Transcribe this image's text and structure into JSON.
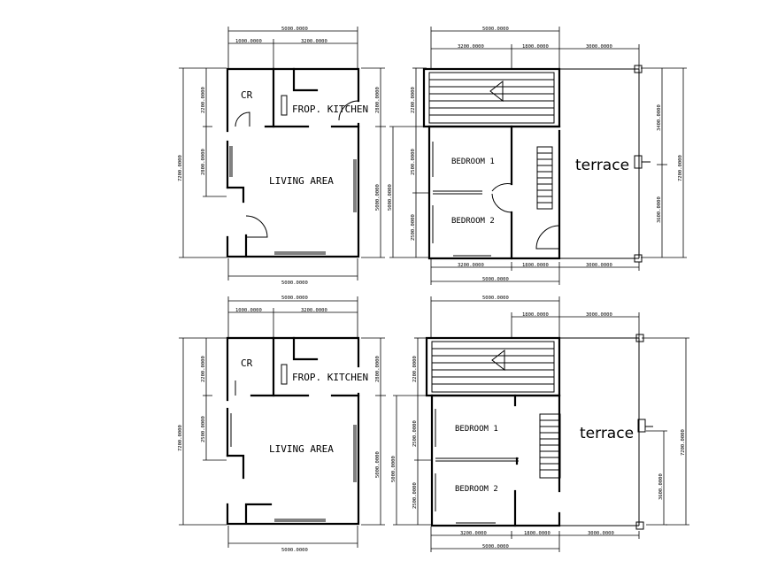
{
  "plans": [
    {
      "rooms": {
        "cr": "CR",
        "kitchen": "FROP. KITCHEN",
        "living": "LIVING AREA"
      },
      "dims": {
        "top_total": "5000.0000",
        "top_left": "1000.0000",
        "top_right": "3200.0000",
        "bottom_total": "5000.0000",
        "left_total": "7200.0000",
        "left_a": "2200.0000",
        "left_b": "2800.0000",
        "right_a": "2800.0000",
        "right_b": "5000.0000"
      }
    },
    {
      "rooms": {
        "bed1": "BEDROOM 1",
        "bed2": "BEDROOM 2",
        "terrace": "terrace"
      },
      "dims": {
        "top_total": "5000.0000",
        "top_a": "3200.0000",
        "top_b": "1800.0000",
        "top_c": "3000.0000",
        "bot_a": "3200.0000",
        "bot_b": "1800.0000",
        "bot_c": "3000.0000",
        "bottom_total": "5000.0000",
        "left_total": "5000.0000",
        "left_a": "2200.0000",
        "left_b": "2500.0000",
        "left_c": "2500.0000",
        "right_a": "3400.0000",
        "right_b": "3600.0000",
        "right_total": "7200.0000"
      }
    },
    {
      "rooms": {
        "cr": "CR",
        "kitchen": "FROP. KITCHEN",
        "living": "LIVING AREA"
      },
      "dims": {
        "top_total": "5000.0000",
        "top_left": "1000.0000",
        "top_right": "3200.0000",
        "bottom_total": "5000.0000",
        "left_total": "7200.0000",
        "left_a": "2200.0000",
        "left_b": "2500.0000",
        "right_a": "2800.0000",
        "right_b": "5000.0000"
      }
    },
    {
      "rooms": {
        "bed1": "BEDROOM 1",
        "bed2": "BEDROOM 2",
        "terrace": "terrace"
      },
      "dims": {
        "top_total": "5000.0000",
        "top_b": "1800.0000",
        "top_c": "3000.0000",
        "bot_a": "3200.0000",
        "bot_b": "1800.0000",
        "bot_c": "3000.0000",
        "bottom_total": "5000.0000",
        "left_total": "5000.0000",
        "left_a": "2200.0000",
        "left_b": "2500.0000",
        "left_c": "2500.0000",
        "right_b": "3600.0000",
        "right_total": "7200.0000"
      }
    }
  ]
}
